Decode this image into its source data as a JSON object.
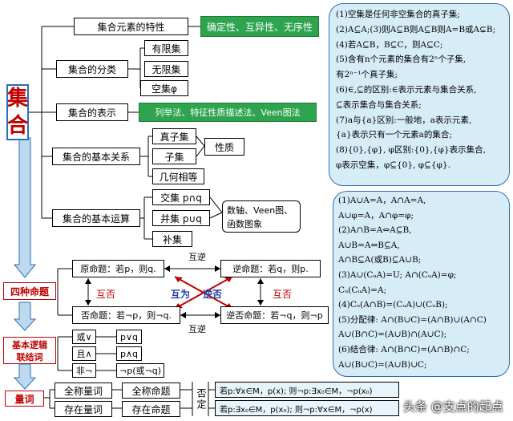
{
  "title": [
    "集",
    "合"
  ],
  "set_branches": {
    "characteristics": "集合元素的特性",
    "characteristics_detail": "确定性、互异性、无序性",
    "classification": "集合的分类",
    "class_finite": "有限集",
    "class_infinite": "无限集",
    "class_empty": "空集φ",
    "representation": "集合的表示",
    "representation_detail": "列举法、特征性质描述法、Veen图法",
    "relations": "集合的基本关系",
    "rel_proper_subset": "真子集",
    "rel_subset": "子集",
    "rel_equal": "几何相等",
    "rel_properties": "性质",
    "operations": "集合的基本运算",
    "op_intersection": "交集 p∩q",
    "op_union": "并集 p∪q",
    "op_complement": "补集",
    "op_tools": [
      "数轴、Veen图、",
      "函数图象"
    ]
  },
  "right_panel_top": [
    "(1)空集是任何非空集合的真子集;",
    "(2)A⊆A;(3)则A⊆B则A⊆B则A=B或A⊊B;",
    "(4)若A⊆B，B⊆C，则A⊆C;",
    "(5)含有n个元素的集合有2ⁿ个子集,",
    "有2ⁿ⁻¹个真子集;",
    "(6)∈,⊆的区别:∈表示元素与集合关系,",
    "⊆表示集合与集合关系;",
    "(7)a与{a}区别:一般地，a表示元素,",
    "{a}表示只有一个元素a的集合;",
    "(8){0},{φ}, φ区别:{0},{φ}表示集合,",
    "φ表示空集，φ⊆{0}, φ⊆{φ}."
  ],
  "right_panel_bottom": [
    "(1)A∪A=A，A∩A=A,",
    "A∪φ=A，A∩φ=φ;",
    "(2)A∩B=A⇔A⊆B,",
    "A∪B=A⇔B⊆A,",
    "A∩B⊆A(或B)⊆A∪B;",
    "(3)A∪(CᵤA)=U; A∩(CᵤA)=φ;",
    "Cᵤ(CᵤA)=A;",
    "(4)Cᵤ(A∩B)=(CᵤA)∪(CᵤB);",
    "(5)分配律: A∩(B∪C)=(A∩B)∪(A∩C)",
    "A∪(B∩C)=(A∪B)∩(A∪C);",
    "(6)结合律: A∩(B∩C)=(A∩B)∩C;",
    "A∪(B∪C)=(A∪B)∪C;"
  ],
  "four_propositions": {
    "title": "四种命题",
    "original": "原命题：若p，则q.",
    "converse": "逆命题：若q，则p.",
    "inverse": "否命题：若¬p，则¬q.",
    "contrapositive": "逆否命题：若¬q，则¬p",
    "mutual_converse": "互逆",
    "mutual_negation": "互否",
    "mutual_contrapositive": "互为",
    "mutual_contrapositive_2": "逆否"
  },
  "logic": {
    "title": [
      "基本逻辑",
      "联结词"
    ],
    "or_label": "或∨",
    "and_label": "且∧",
    "not_label": "非¬",
    "or_formula": "p∨q",
    "and_formula": "p∧q",
    "not_formula": "¬p(或¬q)"
  },
  "quantifiers": {
    "title": "量词",
    "universal": "全称量词",
    "existential": "存在量词",
    "universal_prop": "全称命题",
    "existential_prop": "存在命题",
    "negation_label": "否定",
    "universal_neg": "若p:∀x∈M，p(x); 则¬p:∃x₀∈M，¬p(x₀)",
    "existential_neg": "若p:∃x₀∈M，p(x₀); 则¬p:∀x∈M，¬p(x)"
  },
  "watermark": "头条 @支点的起点"
}
